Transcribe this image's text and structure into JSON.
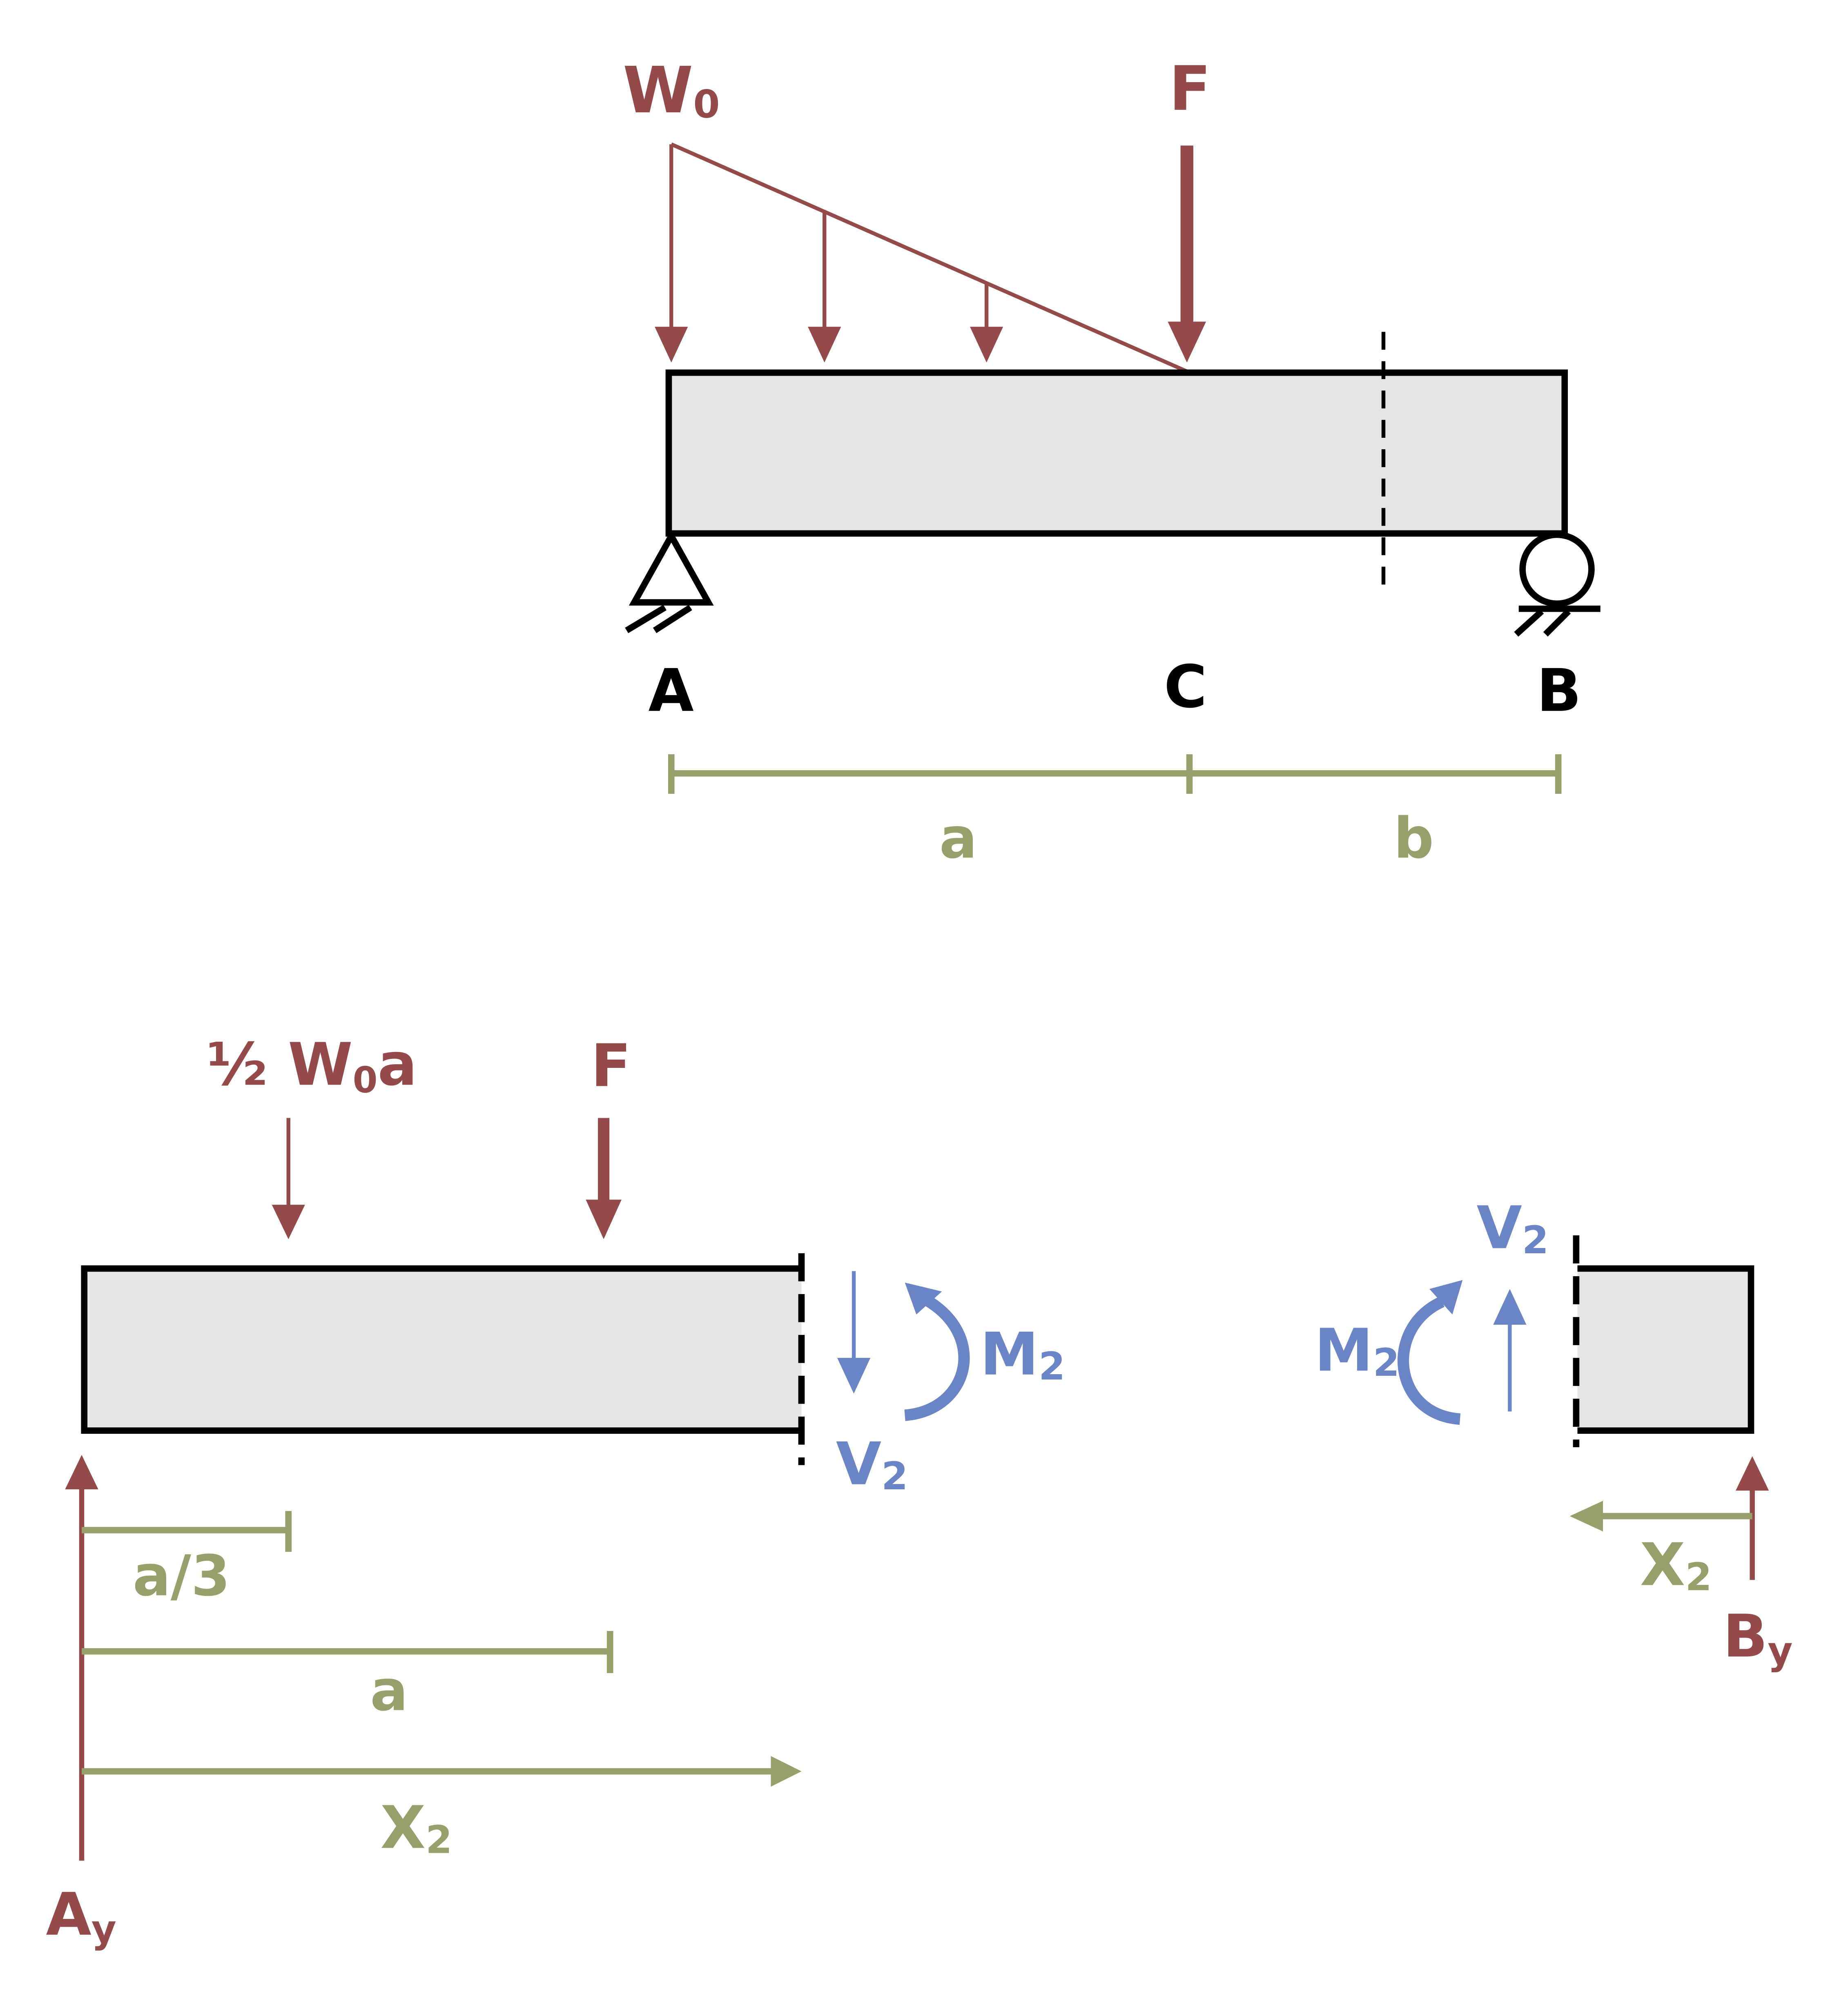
{
  "colors": {
    "load": "#944a48",
    "internal": "#6a85c6",
    "dimension": "#95a06b",
    "outline": "#000000",
    "beam_fill": "#e5e5e5"
  },
  "top": {
    "load_label": "W",
    "load_sub": "0",
    "force_label": "F",
    "point_a": "A",
    "point_c": "C",
    "point_b": "B",
    "dim_a": "a",
    "dim_b": "b"
  },
  "left_fbd": {
    "resultant_pre": "½ W",
    "resultant_sub": "0",
    "resultant_post": "a",
    "force_label": "F",
    "moment_label": "M",
    "moment_sub": "2",
    "shear_label": "V",
    "shear_sub": "2",
    "reaction_label": "A",
    "reaction_sub": "y",
    "dim_third": "a/3",
    "dim_a": "a",
    "dim_x": "X",
    "dim_x_sub": "2"
  },
  "right_fbd": {
    "shear_label": "V",
    "shear_sub": "2",
    "moment_label": "M",
    "moment_sub": "2",
    "reaction_label": "B",
    "reaction_sub": "y",
    "dim_x": "X",
    "dim_x_sub": "2"
  }
}
